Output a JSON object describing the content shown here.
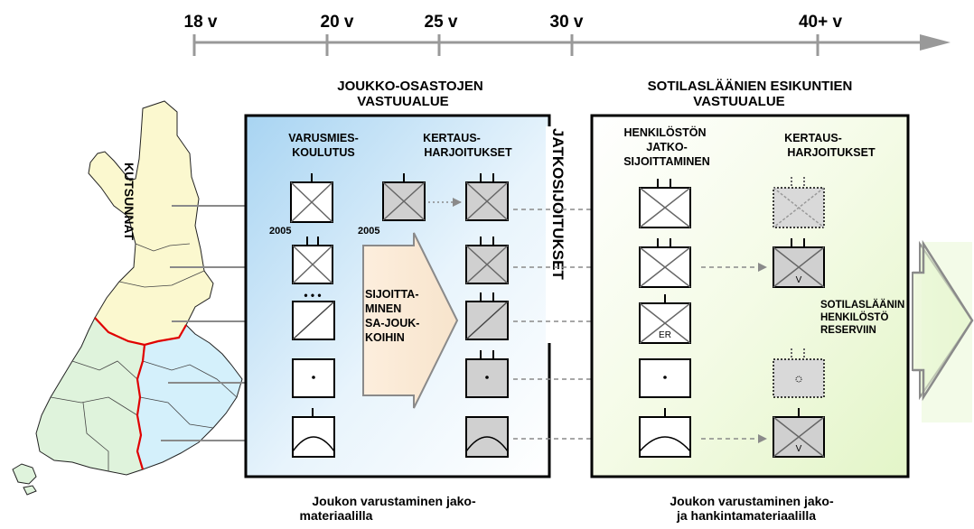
{
  "timeline": {
    "ticks": [
      "18 v",
      "20 v",
      "25 v",
      "30 v",
      "40+ v"
    ]
  },
  "left_section": {
    "heading_line1": "JOUKKO-OSASTOJEN",
    "heading_line2": "VASTUUALUE",
    "col1_line1": "VARUSMIES-",
    "col1_line2": "KOULUTUS",
    "col2_line1": "KERTAUS-",
    "col2_line2": "HARJOITUKSET",
    "year_a": "2005",
    "year_b": "2005",
    "dots": "• • •",
    "placement_lines": [
      "SIJOITTA-",
      "MINEN",
      "SA-JOUK-",
      "KOIHIN"
    ],
    "footer_line1": "Joukon varustaminen jako-",
    "footer_line2": "materiaalilla"
  },
  "middle_vertical_label": "JATKOSIJOITUKSET",
  "map_vertical_label": "KUTSUNNAT",
  "right_section": {
    "heading_line1": "SOTILASLÄÄNIEN ESIKUNTIEN",
    "heading_line2": "VASTUUALUE",
    "col1_lines": [
      "HENKILÖSTÖN",
      "JATKO-",
      "SIJOITTAMINEN"
    ],
    "col2_line1": "KERTAUS-",
    "col2_line2": "HARJOITUKSET",
    "er_mark": "ER",
    "v_mark_1": "V",
    "v_mark_2": "V",
    "reserve_lines": [
      "SOTILASLÄÄNIN",
      "HENKILÖSTÖ",
      "RESERVIIN"
    ],
    "footer_line1": "Joukon varustaminen jako-",
    "footer_line2": "ja hankintamateriaalilla"
  },
  "colors": {
    "map_north": "#fbf8cf",
    "map_green": "#dff3dc",
    "map_blue": "#d4f0fb",
    "border_red": "#e00000",
    "arrow_gray": "#8a8a8a",
    "grey_fill": "#d0d0d0"
  }
}
